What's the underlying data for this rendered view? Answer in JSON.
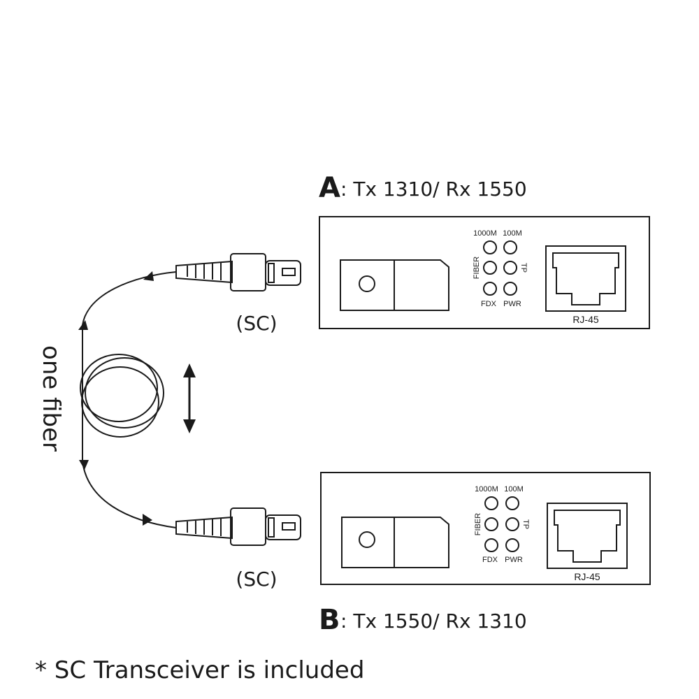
{
  "deviceA": {
    "letter": "A",
    "label": ": Tx 1310/ Rx 1550",
    "led_labels": {
      "top_left": "1000M",
      "top_right": "100M",
      "left": "FIBER",
      "right": "TP",
      "bottom_left": "FDX",
      "bottom_right": "PWR"
    },
    "port_label": "RJ-45",
    "connector_label": "(SC)"
  },
  "deviceB": {
    "letter": "B",
    "label": ": Tx 1550/ Rx 1310",
    "led_labels": {
      "top_left": "1000M",
      "top_right": "100M",
      "left": "FIBER",
      "right": "TP",
      "bottom_left": "FDX",
      "bottom_right": "PWR"
    },
    "port_label": "RJ-45",
    "connector_label": "(SC)"
  },
  "fiber_label": "one fiber",
  "footnote": "* SC Transceiver is included"
}
